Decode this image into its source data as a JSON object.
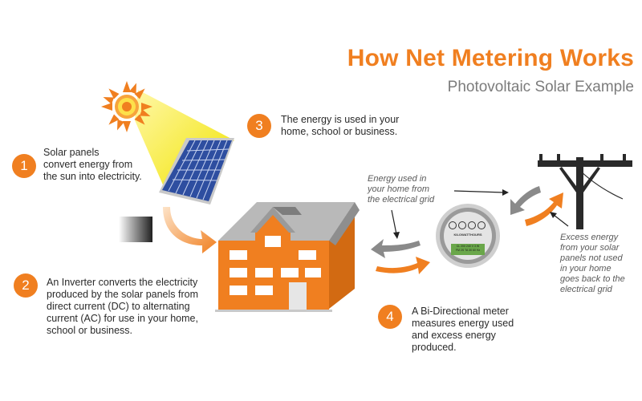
{
  "header": {
    "title": "How Net Metering Works",
    "subtitle": "Photovoltaic Solar Example"
  },
  "steps": [
    {
      "number": "1",
      "lines": [
        "Solar panels",
        "convert energy from",
        "the sun into electricity."
      ]
    },
    {
      "number": "2",
      "lines": [
        "An Inverter converts the electricity",
        "produced by the solar panels from",
        "direct current (DC) to alternating",
        "current  (AC) for use in your home,",
        "school or business."
      ]
    },
    {
      "number": "3",
      "lines": [
        "The energy is used in your",
        "home, school or business."
      ]
    },
    {
      "number": "4",
      "lines": [
        "A Bi-Directional meter",
        "measures energy used",
        "and excess energy",
        "produced."
      ]
    }
  ],
  "notes": {
    "grid_to_home": [
      "Energy used in",
      "your home from",
      "the electrical grid"
    ],
    "home_to_grid": [
      "Excess energy",
      "from your solar",
      "panels not used",
      "in your home",
      "goes back to the",
      "electrical grid"
    ]
  },
  "meter": {
    "label": "KILOWATTHOURS",
    "readout_top": "CL 200  240 V  3 W",
    "readout_bottom": "FM 2S  TA 30  60 Hz"
  },
  "colors": {
    "accent": "#f07f20",
    "text": "#2a2a2a",
    "note_text": "#5a5a5a",
    "arrow_gray": "#8a8a8a"
  }
}
